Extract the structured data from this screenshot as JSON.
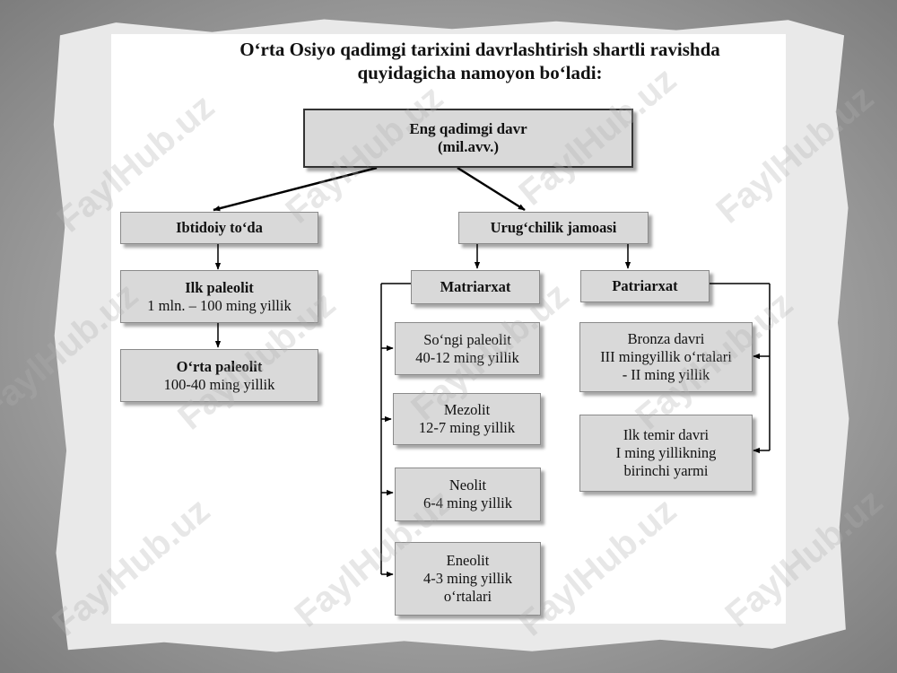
{
  "title": {
    "line1": "O‘rta Osiyo qadimgi tarixini davrlashtirish shartli ravishda",
    "line2": "quyidagicha namoyon bo‘ladi:"
  },
  "nodes": {
    "root": {
      "line1": "Eng qadimgi davr",
      "line2": "(mil.avv.)"
    },
    "ibtidoiy": {
      "label": "Ibtidoiy to‘da"
    },
    "urug": {
      "label": "Urug‘chilik jamoasi"
    },
    "ilk_paleolit": {
      "name": "Ilk paleolit",
      "period": "1 mln. – 100 ming yillik"
    },
    "orta_paleolit": {
      "name": "O‘rta paleolit",
      "period": "100-40 ming yillik"
    },
    "matriarxat": {
      "label": "Matriarxat"
    },
    "patriarxat": {
      "label": "Patriarxat"
    },
    "songi_paleolit": {
      "name": "So‘ngi paleolit",
      "period": "40-12 ming yillik"
    },
    "mezolit": {
      "name": "Mezolit",
      "period": "12-7 ming yillik"
    },
    "neolit": {
      "name": "Neolit",
      "period": "6-4 ming yillik"
    },
    "eneolit": {
      "name": "Eneolit",
      "period": "4-3 ming yillik",
      "extra": "o‘rtalari"
    },
    "bronza": {
      "name": "Bronza davri",
      "period": "III mingyillik o‘rtalari",
      "extra": "- II ming yillik"
    },
    "temir": {
      "name": "Ilk temir davri",
      "period": "I ming yillikning",
      "extra": "birinchi yarmi"
    }
  },
  "watermark": "FaylHub.uz",
  "colors": {
    "box_fill": "#d9d9d9",
    "line": "#000000",
    "paper": "#ffffff"
  }
}
